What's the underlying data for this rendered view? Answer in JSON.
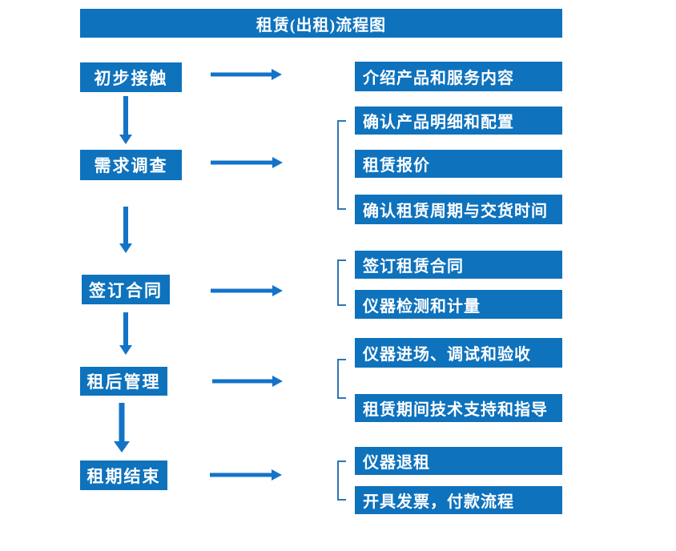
{
  "title": "租赁(出租)流程图",
  "colors": {
    "box_blue": "#0e72bd",
    "arrow_blue": "#1374c7",
    "bracket_blue": "#2e75b6",
    "text_white": "#ffffff",
    "background": "#ffffff"
  },
  "flow": [
    {
      "stage": "初步接触",
      "outputs": [
        "介绍产品和服务内容"
      ]
    },
    {
      "stage": "需求调查",
      "outputs": [
        "确认产品明细和配置",
        "租赁报价",
        "确认租赁周期与交货时间"
      ]
    },
    {
      "stage": "签订合同",
      "outputs": [
        "签订租赁合同",
        "仪器检测和计量"
      ]
    },
    {
      "stage": "租后管理",
      "outputs": [
        "仪器进场、调试和验收",
        "租赁期间技术支持和指导"
      ]
    },
    {
      "stage": "租期结束",
      "outputs": [
        "仪器退租",
        "开具发票，付款流程"
      ]
    }
  ]
}
